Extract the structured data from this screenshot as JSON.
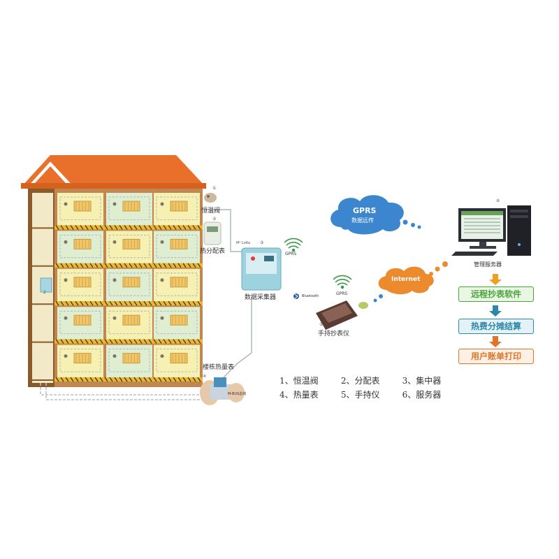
{
  "building": {
    "callouts": {
      "valve_num": "①",
      "allocator_num": "②",
      "collector_num": "③",
      "floor_num": "2"
    }
  },
  "labels": {
    "valve": "恒温阀",
    "allocator": "热分配表",
    "collector": "数据采集器",
    "heat_meter": "楼栋热量表",
    "mbus": "M-BUS总线",
    "collector_num": "③",
    "gprs_collector": "GPRS",
    "bluetooth": "Bluetooth",
    "handheld": "手持抄表仪",
    "handheld_num": "⑤",
    "gprs_handheld": "GPRS",
    "server": "管理服务器",
    "server_num": "⑥",
    "heat_meter_num": "④",
    "collector_tiny": "M² LoRa"
  },
  "clouds": {
    "gprs_title": "GPRS",
    "gprs_sub": "数据远传",
    "internet": "Internet"
  },
  "flow": [
    {
      "label": "远程抄表软件",
      "color": "#4aa33c",
      "bg": "#eaf6e4"
    },
    {
      "label": "热费分摊结算",
      "color": "#2c87a8",
      "bg": "#e4f2f7"
    },
    {
      "label": "用户账单打印",
      "color": "#e0762a",
      "bg": "#fdf0e4"
    }
  ],
  "colors": {
    "roof": "#e8702a",
    "wall": "#8a5a2a",
    "apt_yellow": "#f7f0b3",
    "apt_green": "#dfeed0",
    "stripe": "#e9b830",
    "cloud_blue": "#3b86cf",
    "cloud_orange": "#ec8a2e",
    "arrow": "#f0a020"
  },
  "legend": {
    "row1": [
      "1、恒温阀",
      "2、分配表",
      "3、集中器"
    ],
    "row2": [
      "4、热量表",
      "5、手持仪",
      "6、服务器"
    ]
  }
}
